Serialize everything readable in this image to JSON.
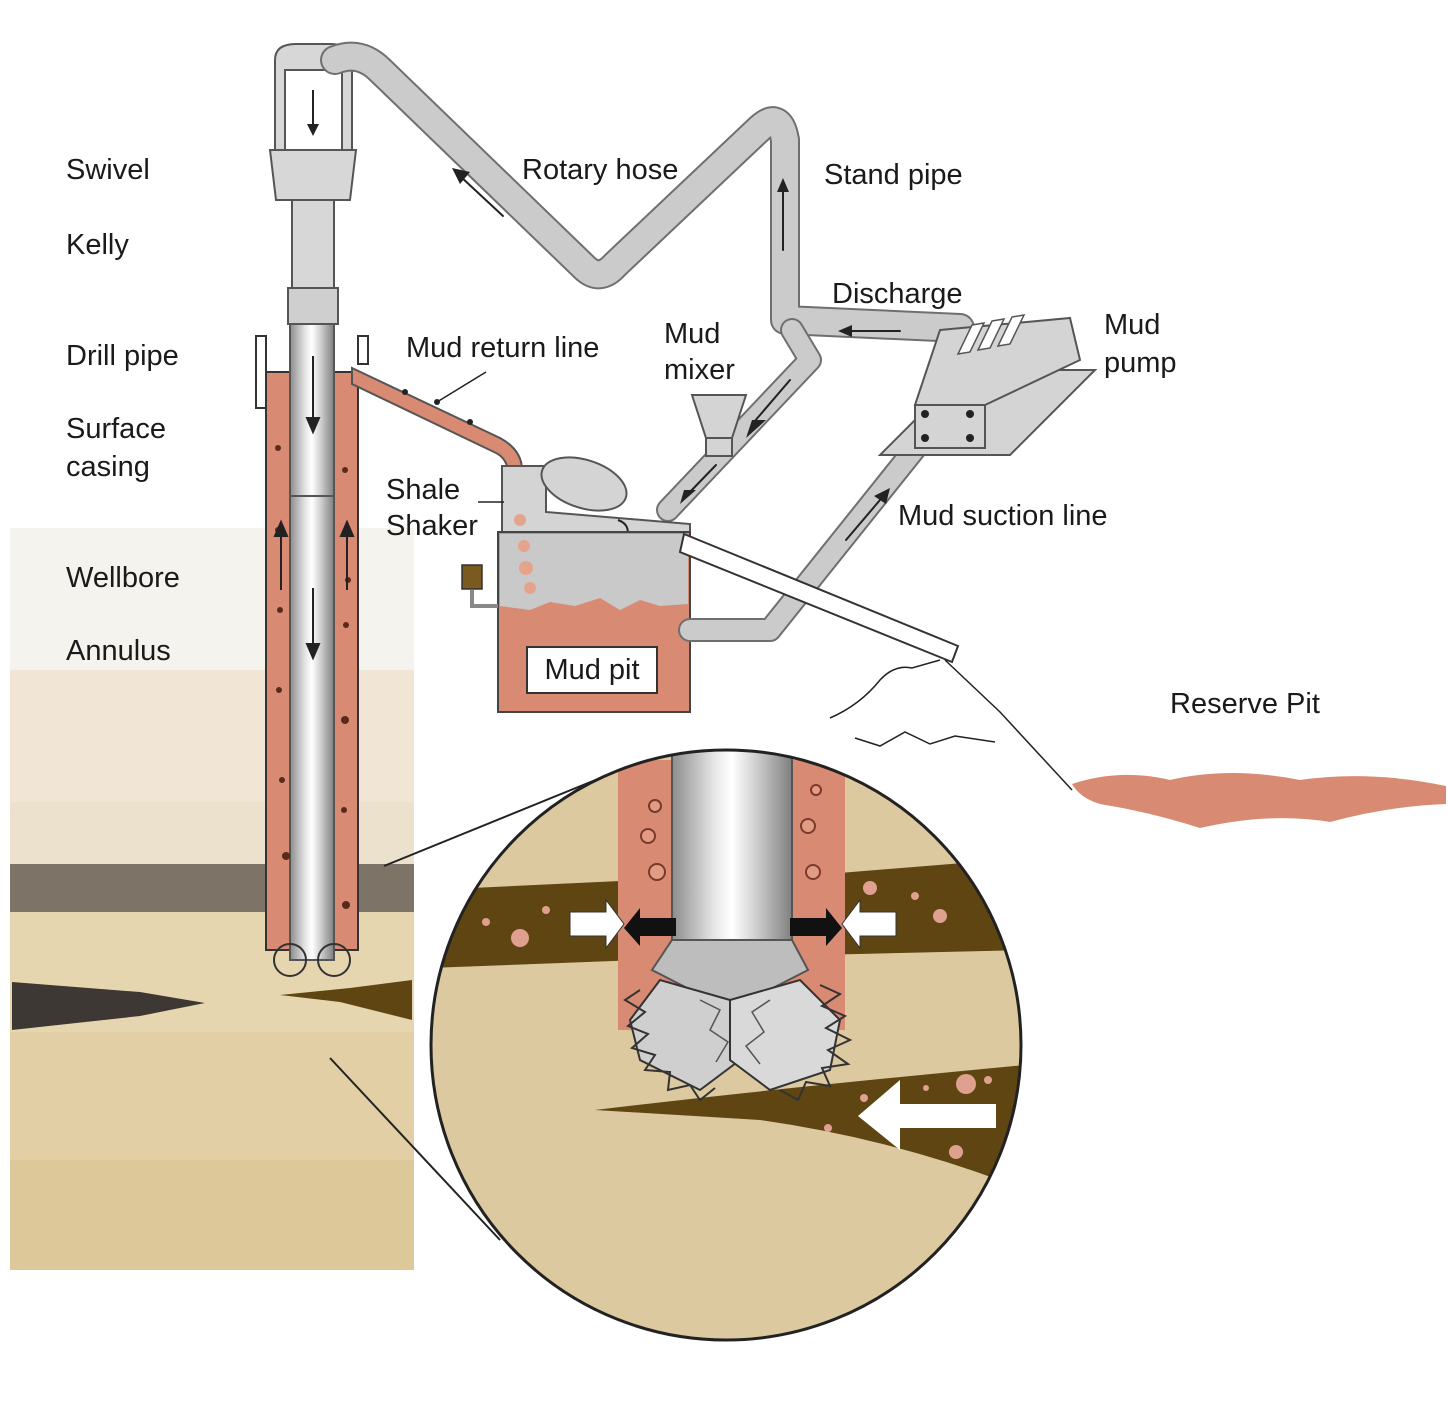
{
  "labels": {
    "swivel": "Swivel",
    "kelly": "Kelly",
    "drill_pipe": "Drill pipe",
    "surface_casing_1": "Surface",
    "surface_casing_2": "casing",
    "wellbore": "Wellbore",
    "annulus": "Annulus",
    "rotary_hose": "Rotary hose",
    "stand_pipe": "Stand pipe",
    "discharge": "Discharge",
    "mud_return_line": "Mud return line",
    "mud_mixer_1": "Mud",
    "mud_mixer_2": "mixer",
    "mud_pump_1": "Mud",
    "mud_pump_2": "pump",
    "shale_shaker_1": "Shale",
    "shale_shaker_2": "Shaker",
    "mud_suction_line": "Mud suction line",
    "mud_pit": "Mud pit",
    "reserve_pit": "Reserve Pit"
  },
  "colors": {
    "pipe_fill": "#c8c8c8",
    "pipe_stroke": "#7a7a7a",
    "mud": "#d98a72",
    "rock_light": "#ddc9a0",
    "rock_dark": "#5e4512",
    "shale_gray": "#7d7367",
    "ground_top": "#f4f3ee"
  }
}
